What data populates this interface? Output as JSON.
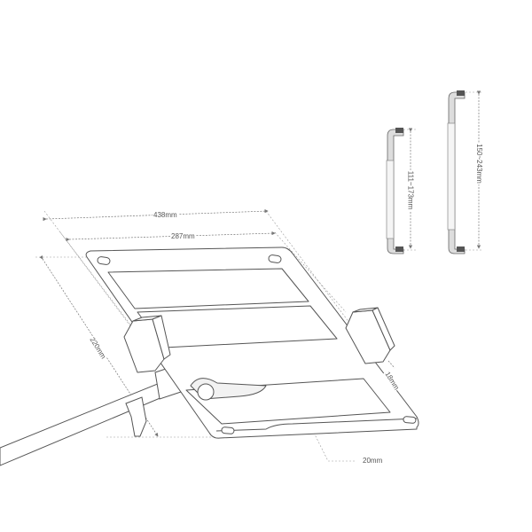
{
  "diagram": {
    "subject": "laptop tray stand dimension drawing",
    "colors": {
      "line": "#555555",
      "dim_line": "#888888",
      "fill": "#ffffff",
      "rod_dark": "#666666"
    },
    "dimensions": {
      "overall_width": "438mm",
      "inner_width": "287mm",
      "depth": "220mm",
      "clamp_height": "18mm",
      "lip_height": "20mm",
      "short_rod_range": "111~173mm",
      "long_rod_range": "150~243mm"
    }
  }
}
